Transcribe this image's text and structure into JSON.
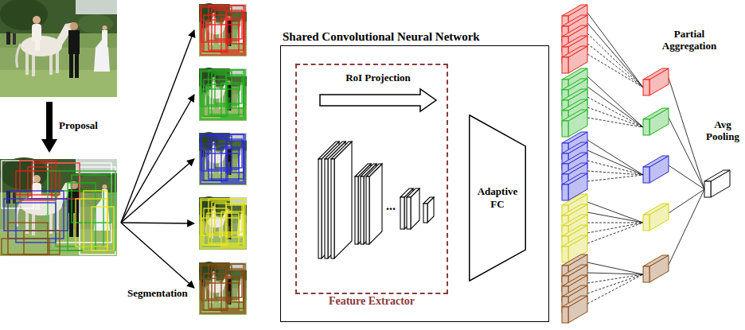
{
  "diagram": {
    "nodes": [
      {
        "text": [
          "Shared Convolutional Neural Network"
        ]
      },
      {
        "text": [
          "Feature Extractor"
        ],
        "in": 0
      },
      {
        "text": [
          "Adaptive FC"
        ],
        "in": 0
      }
    ],
    "labels": [
      "Proposal",
      "Segmentation",
      "RoI Projection",
      "...",
      "Partial Aggregation",
      "Avg Pooling"
    ]
  }
}
